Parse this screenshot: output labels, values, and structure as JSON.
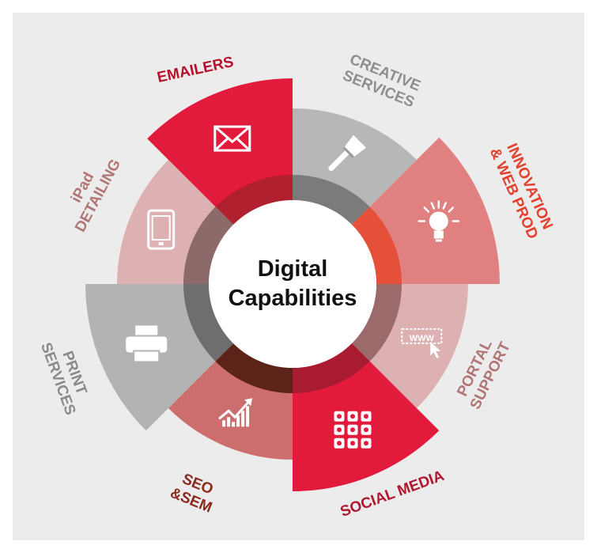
{
  "center": {
    "line1": "Digital",
    "line2": "Capabilities"
  },
  "segments": [
    {
      "id": "emailers",
      "icon": "envelope-icon",
      "lines": [
        "EMAILERS"
      ],
      "color": "#e21b3c",
      "inner": "#b0202f",
      "label_color": "#b8102a"
    },
    {
      "id": "creative",
      "icon": "paintbrush-icon",
      "lines": [
        "CREATIVE",
        "SERVICES"
      ],
      "color": "#b7b7b7",
      "inner": "#7b7b7b",
      "label_color": "#8e8e8e"
    },
    {
      "id": "innovation",
      "icon": "lightbulb-icon",
      "lines": [
        "INNOVATION",
        "& WEB PROD"
      ],
      "color": "#e08080",
      "inner": "#e4503a",
      "label_color": "#e4402e"
    },
    {
      "id": "portal",
      "icon": "web-cursor-icon",
      "lines": [
        "PORTAL",
        "SUPPORT"
      ],
      "color": "#ddb1b1",
      "inner": "#9b6a6a",
      "label_color": "#b27575"
    },
    {
      "id": "social",
      "icon": "social-grid-icon",
      "lines": [
        "SOCIAL MEDIA"
      ],
      "color": "#e21b3c",
      "inner": "#a81b30",
      "label_color": "#b01630"
    },
    {
      "id": "seo",
      "icon": "growth-chart-icon",
      "lines": [
        "SEO",
        "&SEM"
      ],
      "color": "#cc6e6e",
      "inner": "#5c2418",
      "label_color": "#8b2a1c"
    },
    {
      "id": "print",
      "icon": "printer-icon",
      "lines": [
        "PRINT",
        "SERVICES"
      ],
      "color": "#b3b3b3",
      "inner": "#6e6e6e",
      "label_color": "#8a8a8a"
    },
    {
      "id": "ipad",
      "icon": "tablet-icon",
      "lines": [
        "iPad",
        "DETAILING"
      ],
      "color": "#ddb1b1",
      "inner": "#8c6a6a",
      "label_color": "#b27575"
    }
  ]
}
